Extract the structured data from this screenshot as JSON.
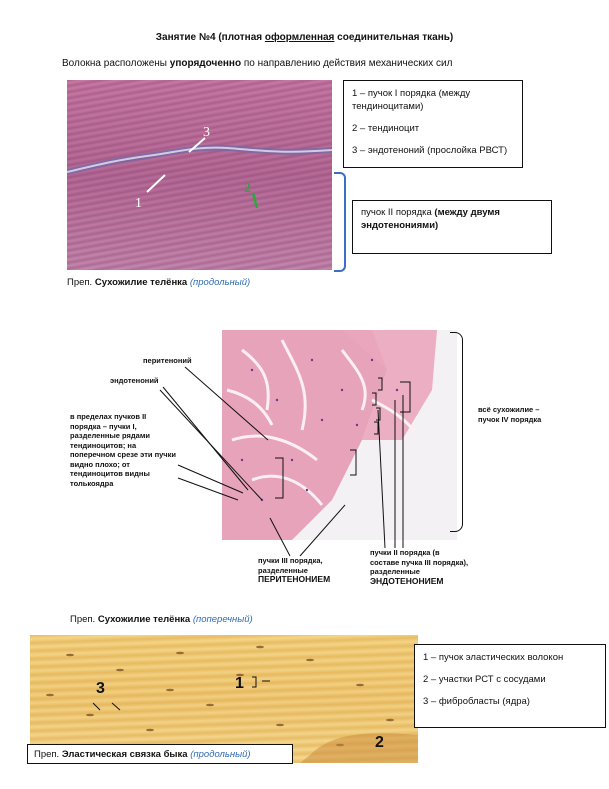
{
  "header": {
    "title_prefix": "Занятие №4 (плотная ",
    "title_underlined": "оформленная",
    "title_suffix": " соединительная ткань)",
    "subtitle_prefix": "Волокна расположены ",
    "subtitle_bold": "упорядоченно",
    "subtitle_suffix": " по направлению действия механических сил"
  },
  "figure1": {
    "markers": [
      "1",
      "2",
      "3"
    ],
    "legend": [
      "1 – пучок I порядка (между тендиноцитами)",
      "2 – тендиноцит",
      "3 – эндотеноний (прослойка РВСТ)"
    ],
    "bracket_label_prefix": "пучок II порядка ",
    "bracket_label_bold": "(между двумя эндотенониями)",
    "caption_prefix": "Преп. ",
    "caption_bold": "Сухожилие телёнка",
    "caption_italic": "(продольный)"
  },
  "figure2": {
    "label_peritenonium": "перитеноний",
    "label_endotenonium": "эндотеноний",
    "label_within": "в пределах пучков II порядка – пучки I, разделенные рядами тендиноцитов; на поперечном срезе эти пучки видно плохо; от тендиноцитов видны толькоядра",
    "label_bundle3_line1": "пучки III порядка,",
    "label_bundle3_line2": "разделенные",
    "label_bundle3_line3": "ПЕРИТЕНОНИЕМ",
    "label_bundle2_line1": "пучки II порядка (в",
    "label_bundle2_line2": "составе пучка III порядка),",
    "label_bundle2_line3": "разделенные",
    "label_bundle2_line4": "ЭНДОТЕНОНИЕМ",
    "label_whole": "всё сухожилие – пучок IV порядка",
    "caption_prefix": "Преп. ",
    "caption_bold": "Сухожилие телёнка",
    "caption_italic": "(поперечный)"
  },
  "figure3": {
    "markers": [
      "1",
      "2",
      "3"
    ],
    "legend": [
      "1 – пучок эластических волокон",
      "2 – участки РСТ с сосудами",
      "3 – фибробласты (ядра)"
    ],
    "caption_prefix": "Преп. ",
    "caption_bold": "Эластическая связка быка",
    "caption_italic": "(продольный)"
  }
}
